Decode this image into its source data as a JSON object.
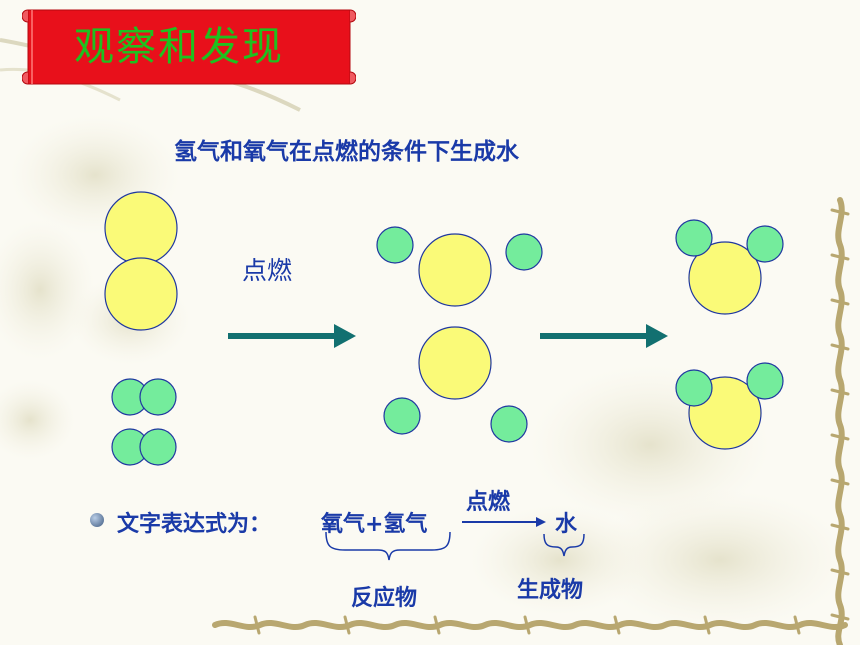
{
  "title": "观察和发现",
  "subtitle": "氢气和氧气在点燃的条件下生成水",
  "condition_label": "点燃",
  "equation": {
    "lead": "文字表达式为：",
    "reactants": "氧气+氢气",
    "condition": "点燃",
    "product": "水",
    "reactants_label": "反应物",
    "products_label": "生成物"
  },
  "colors": {
    "title_text": "#1fc01f",
    "banner": "#e8101b",
    "text": "#1a3aa8",
    "oxygen_atom": "#fafa78",
    "hydrogen_atom": "#74ec9c",
    "atom_outline": "#2038a0",
    "arrow": "#127070"
  }
}
